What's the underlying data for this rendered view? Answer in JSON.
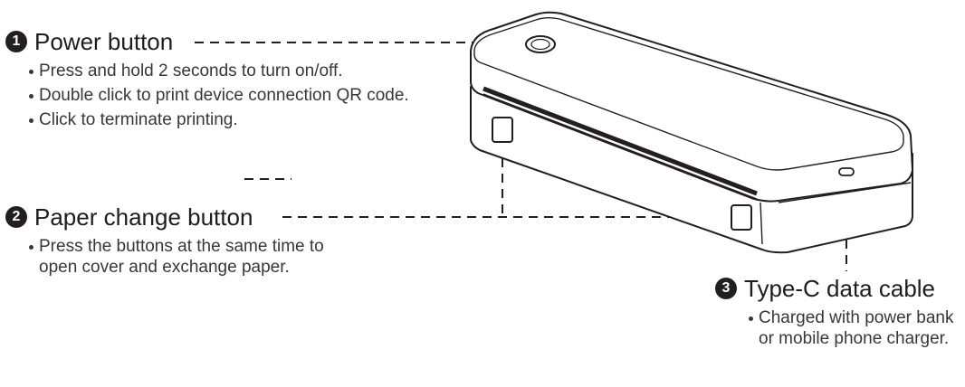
{
  "callouts": [
    {
      "number": "1",
      "title": "Power button",
      "notes": [
        "Press and hold 2 seconds to turn on/off.",
        "Double click to print device connection QR code.",
        "Click to terminate printing."
      ]
    },
    {
      "number": "2",
      "title": "Paper change button",
      "notes": [
        "Press the buttons at the same time to open cover and exchange paper."
      ]
    },
    {
      "number": "3",
      "title": "Type-C data cable",
      "notes": [
        "Charged with power bank or mobile phone charger."
      ]
    }
  ],
  "colors": {
    "ink": "#231f20",
    "line": "#231f20"
  }
}
